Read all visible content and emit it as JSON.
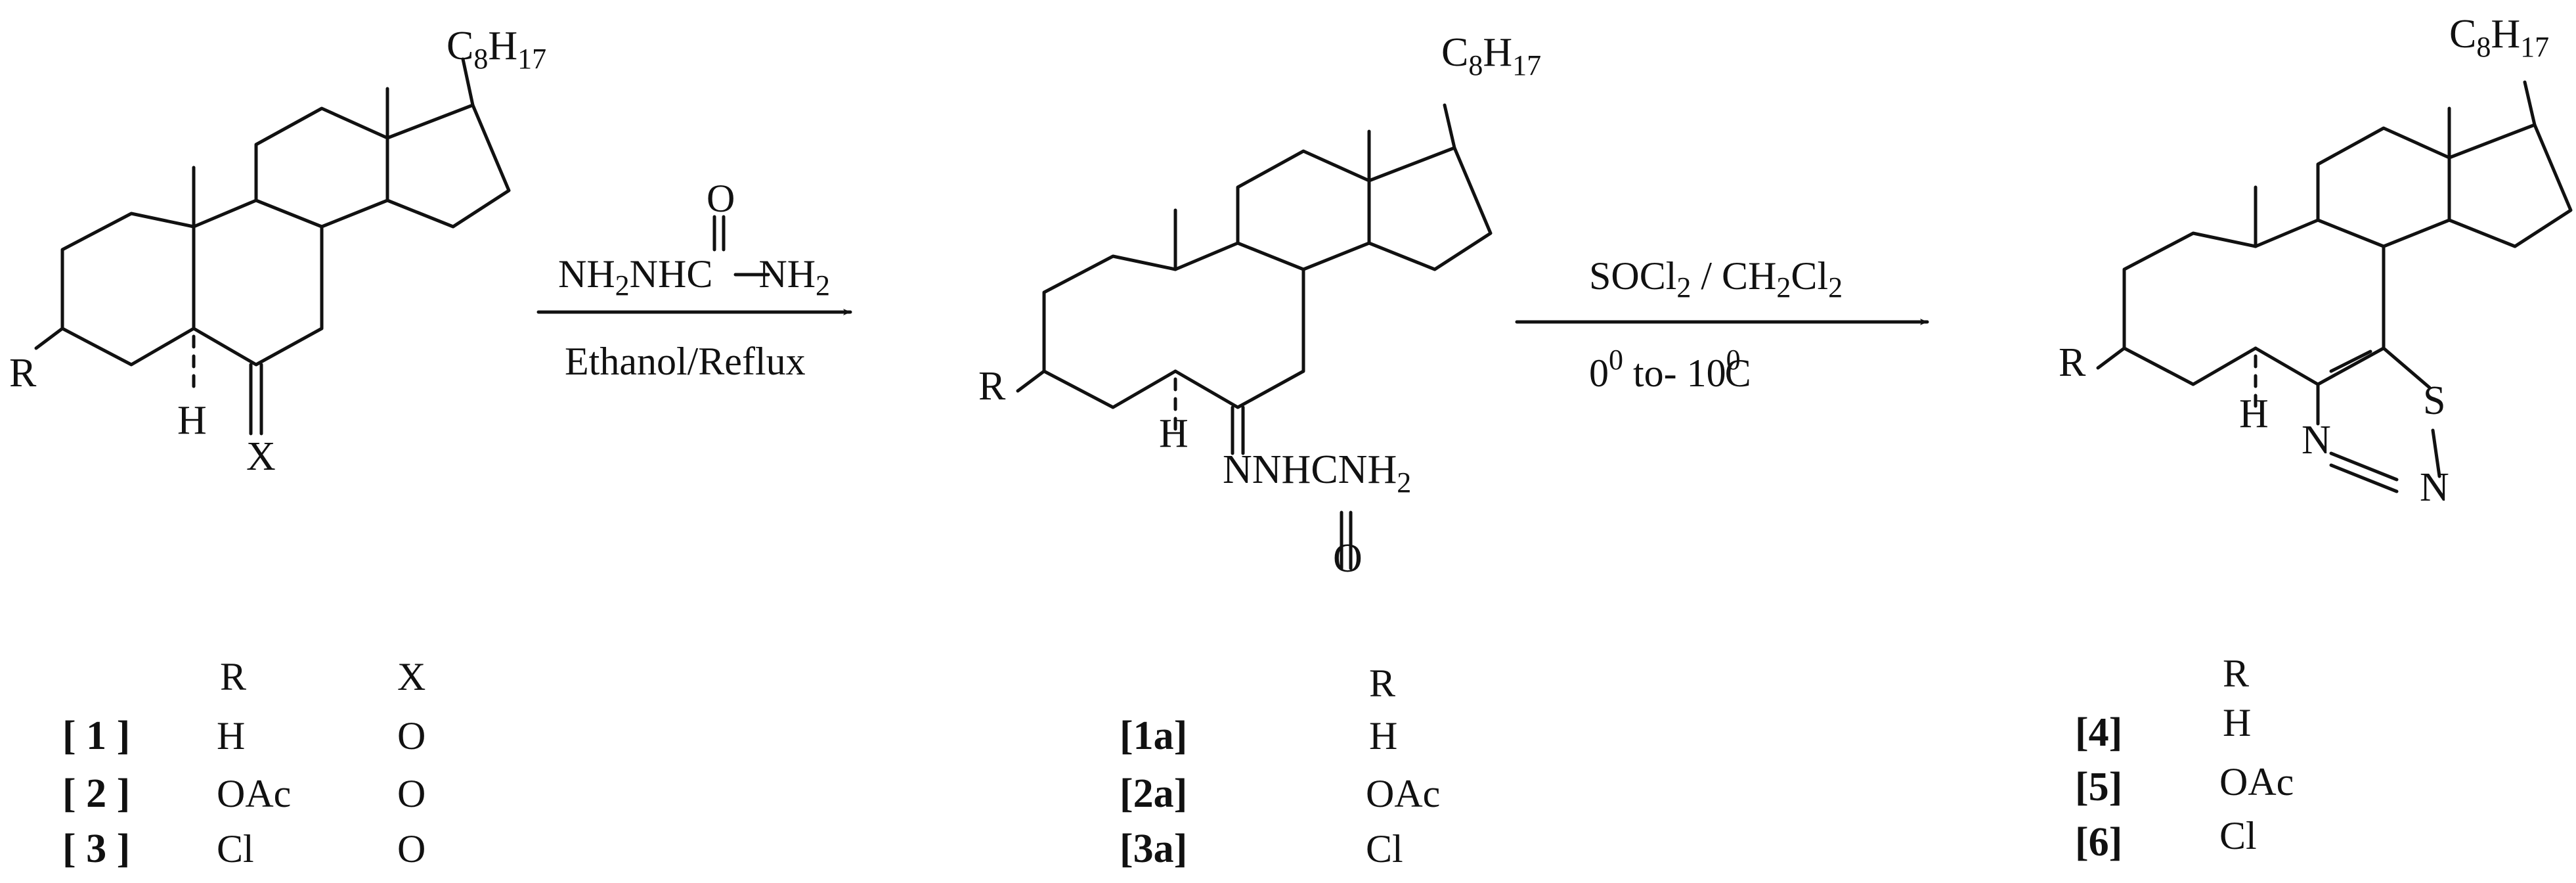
{
  "molecules": {
    "start": {
      "side_chain": {
        "main": "C",
        "sub1": "8",
        "main2": "H",
        "sub2": "17"
      },
      "r_label": "R",
      "h_label": "H",
      "x_label": "X"
    },
    "hydrazone": {
      "side_chain": {
        "main": "C",
        "sub1": "8",
        "main2": "H",
        "sub2": "17"
      },
      "r_label": "R",
      "h_label": "H",
      "chain_main": "NNHCNH",
      "chain_sub": "2",
      "o_label": "O"
    },
    "thiadiazole": {
      "side_chain": {
        "main": "C",
        "sub1": "8",
        "main2": "H",
        "sub2": "17"
      },
      "r_label": "R",
      "h_label": "H",
      "s_label": "S",
      "n1_label": "N",
      "n2_label": "N"
    }
  },
  "reaction1": {
    "reagent": {
      "a": "NH",
      "a_sub": "2",
      "b": "NHC",
      "c": "NH",
      "c_sub": "2",
      "o": "O"
    },
    "condition": "Ethanol/Reflux"
  },
  "reaction2": {
    "reagent": {
      "a": "SOCl",
      "a_sub": "2",
      "b": " / CH",
      "b_sub": "2",
      "c": "Cl",
      "c_sub": "2"
    },
    "condition": {
      "t1": "0",
      "t1_sup": "0",
      "mid": " to- 10",
      "t2_sup": "0",
      "unit": "C"
    }
  },
  "tables": {
    "start": {
      "headers": [
        "R",
        "X"
      ],
      "rows": [
        {
          "id": "[ 1 ]",
          "r": "H",
          "x": "O"
        },
        {
          "id": "[ 2 ]",
          "r": "OAc",
          "x": "O"
        },
        {
          "id": "[ 3 ]",
          "r": "Cl",
          "x": "O"
        }
      ]
    },
    "hydrazone": {
      "headers": [
        "R"
      ],
      "rows": [
        {
          "id": "[1a]",
          "r": "H"
        },
        {
          "id": "[2a]",
          "r": "OAc"
        },
        {
          "id": "[3a]",
          "r": "Cl"
        }
      ]
    },
    "thiadiazole": {
      "headers": [
        "R"
      ],
      "rows": [
        {
          "id": "[4]",
          "r": "H"
        },
        {
          "id": "[5]",
          "r": "OAc"
        },
        {
          "id": "[6]",
          "r": "Cl"
        }
      ]
    }
  }
}
